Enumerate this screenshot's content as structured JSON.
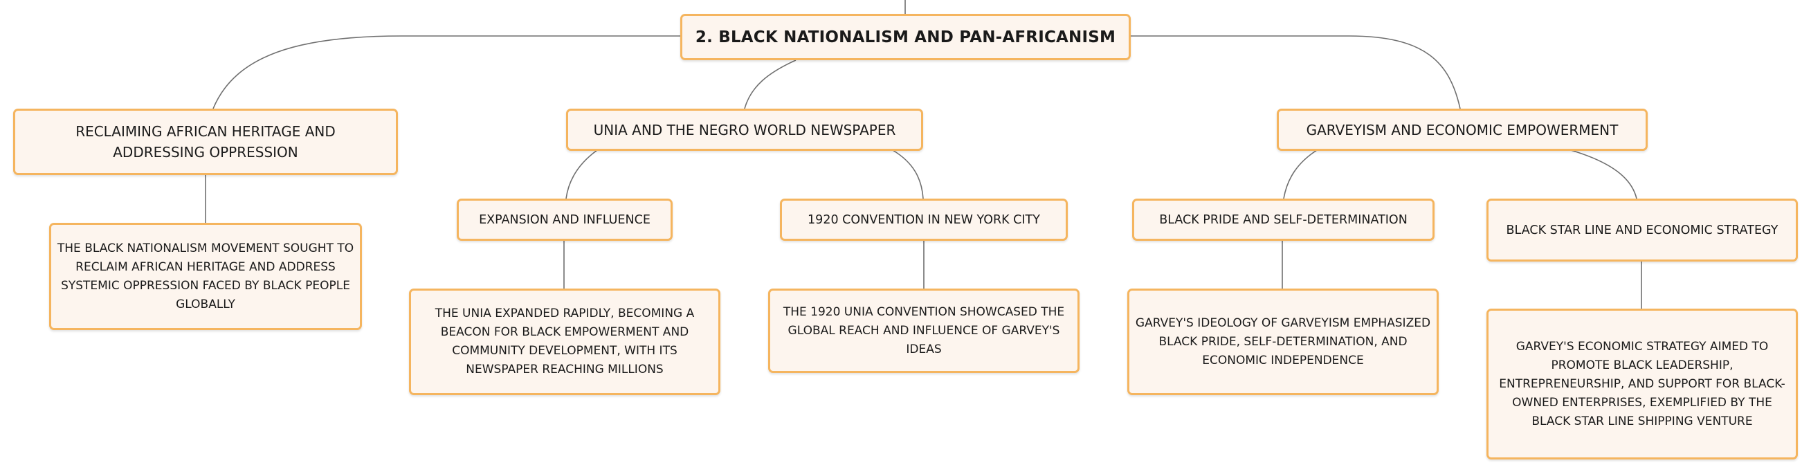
{
  "root": {
    "title": "2. BLACK NATIONALISM AND PAN-AFRICANISM"
  },
  "branches": {
    "heritage": {
      "title": "RECLAIMING AFRICAN HERITAGE AND ADDRESSING OPPRESSION",
      "detail": "THE BLACK NATIONALISM MOVEMENT SOUGHT TO RECLAIM AFRICAN HERITAGE AND ADDRESS SYSTEMIC OPPRESSION FACED BY BLACK PEOPLE GLOBALLY"
    },
    "unia": {
      "title": "UNIA AND THE NEGRO WORLD NEWSPAPER",
      "children": {
        "expansion": {
          "title": "EXPANSION AND INFLUENCE",
          "detail": "THE UNIA EXPANDED RAPIDLY, BECOMING A BEACON FOR BLACK EMPOWERMENT AND COMMUNITY DEVELOPMENT, WITH ITS NEWSPAPER REACHING MILLIONS"
        },
        "convention": {
          "title": "1920 CONVENTION IN NEW YORK CITY",
          "detail": "THE 1920 UNIA CONVENTION SHOWCASED THE GLOBAL REACH AND INFLUENCE OF GARVEY'S IDEAS"
        }
      }
    },
    "garveyism": {
      "title": "GARVEYISM AND ECONOMIC EMPOWERMENT",
      "children": {
        "pride": {
          "title": "BLACK PRIDE AND SELF-DETERMINATION",
          "detail": "GARVEY'S IDEOLOGY OF GARVEYISM EMPHASIZED BLACK PRIDE, SELF-DETERMINATION, AND ECONOMIC INDEPENDENCE"
        },
        "blackstar": {
          "title": "BLACK STAR LINE AND ECONOMIC STRATEGY",
          "detail": "GARVEY'S ECONOMIC STRATEGY AIMED TO PROMOTE BLACK LEADERSHIP, ENTREPRENEURSHIP, AND SUPPORT FOR BLACK-OWNED ENTERPRISES, EXEMPLIFIED BY THE BLACK STAR LINE SHIPPING VENTURE"
        }
      }
    }
  },
  "colors": {
    "node_fill": "#fdf5ee",
    "node_border": "#f5b55f",
    "connector": "#6f6f6f",
    "text": "#1a1a1a"
  }
}
